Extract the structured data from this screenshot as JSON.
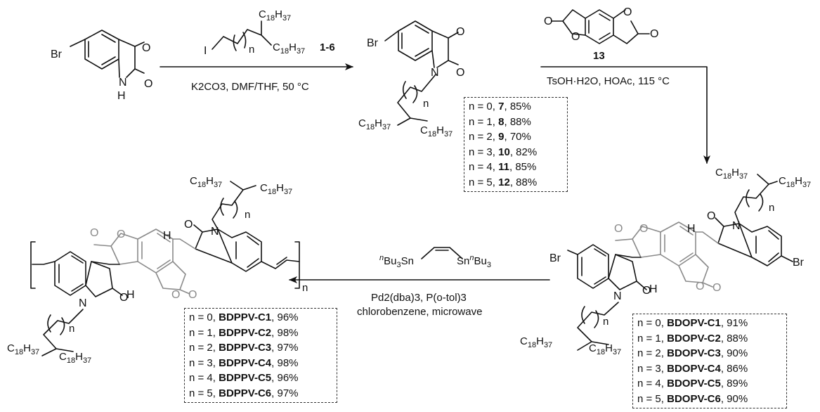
{
  "atoms": {
    "br": "Br",
    "n": "N",
    "h": "H",
    "o": "O",
    "i": "I",
    "n_sub": "n"
  },
  "alkyl": {
    "c18h37_prefix": "C",
    "c18": "18",
    "h": "H",
    "h37": "37"
  },
  "reagents": {
    "step1_compound": "1-6",
    "step1_conditions": "K2CO3, DMF/THF, 50 °C",
    "step2_compound": "13",
    "step2_conditions": "TsOH·H2O, HOAc, 115 °C",
    "step3_stannane_left": "nBu3Sn",
    "step3_stannane_right": "SnnBu3",
    "step3_conditions_1": "Pd2(dba)3, P(o-tol)3",
    "step3_conditions_2": "chlorobenzene, microwave"
  },
  "tables": {
    "isatins": [
      {
        "n": "n = 0,",
        "id": "7",
        "yield": "85%"
      },
      {
        "n": "n = 1,",
        "id": "8",
        "yield": "88%"
      },
      {
        "n": "n = 2,",
        "id": "9",
        "yield": "70%"
      },
      {
        "n": "n = 3,",
        "id": "10",
        "yield": "82%"
      },
      {
        "n": "n = 4,",
        "id": "11",
        "yield": "85%"
      },
      {
        "n": "n = 5,",
        "id": "12",
        "yield": "88%"
      }
    ],
    "bdopv": [
      {
        "n": "n = 0,",
        "id": "BDOPV-C1",
        "yield": "91%"
      },
      {
        "n": "n = 1,",
        "id": "BDOPV-C2",
        "yield": "88%"
      },
      {
        "n": "n = 2,",
        "id": "BDOPV-C3",
        "yield": "90%"
      },
      {
        "n": "n = 3,",
        "id": "BDOPV-C4",
        "yield": "86%"
      },
      {
        "n": "n = 4,",
        "id": "BDOPV-C5",
        "yield": "89%"
      },
      {
        "n": "n = 5,",
        "id": "BDOPV-C6",
        "yield": "90%"
      }
    ],
    "bdppv": [
      {
        "n": "n = 0,",
        "id": "BDPPV-C1",
        "yield": "96%"
      },
      {
        "n": "n = 1,",
        "id": "BDPPV-C2",
        "yield": "98%"
      },
      {
        "n": "n = 2,",
        "id": "BDPPV-C3",
        "yield": "97%"
      },
      {
        "n": "n = 3,",
        "id": "BDPPV-C4",
        "yield": "98%"
      },
      {
        "n": "n = 4,",
        "id": "BDPPV-C5",
        "yield": "96%"
      },
      {
        "n": "n = 5,",
        "id": "BDPPV-C6",
        "yield": "97%"
      }
    ]
  }
}
